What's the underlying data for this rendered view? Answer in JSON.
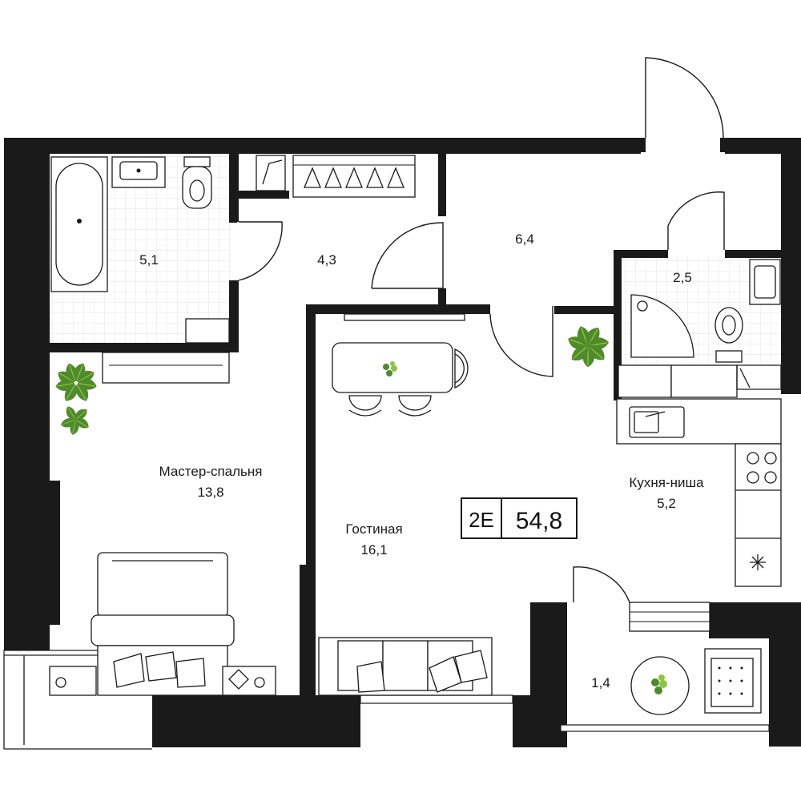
{
  "apartment": {
    "code": "2E",
    "total_area": "54,8"
  },
  "rooms": {
    "bathroom": {
      "area": "5,1"
    },
    "hallway": {
      "area": "4,3"
    },
    "entrance": {
      "area": "6,4"
    },
    "wc": {
      "area": "2,5"
    },
    "master_bedroom": {
      "name": "Мастер-спальня",
      "area": "13,8"
    },
    "living_room": {
      "name": "Гостиная",
      "area": "16,1"
    },
    "kitchen_niche": {
      "name": "Кухня-ниша",
      "area": "5,2"
    },
    "balcony": {
      "area": "1,4"
    }
  },
  "colors": {
    "wall": "#1a1a1a",
    "plant_dark": "#4f8a2b",
    "plant_light": "#8cc63f",
    "tile_grid": "#e3e3e3"
  },
  "icons": [
    "bathtub-icon",
    "sink-icon",
    "toilet-icon",
    "shower-icon",
    "stove-icon",
    "plant-icon",
    "bed-icon",
    "sofa-icon",
    "dining-table-icon",
    "hangers-icon",
    "chair-icon"
  ]
}
